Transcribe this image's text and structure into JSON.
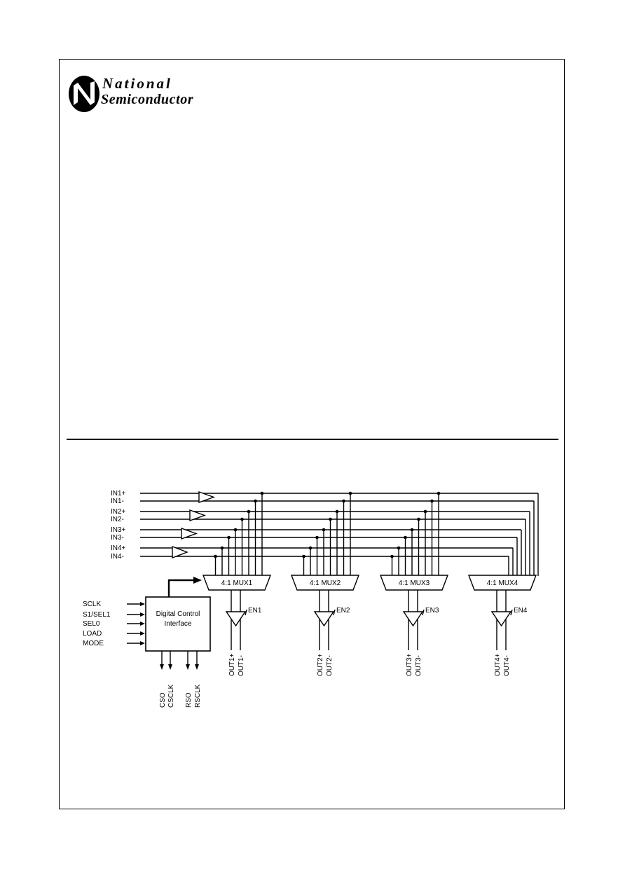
{
  "logo": {
    "line1": "National",
    "line2": "Semiconductor"
  },
  "inputs": [
    "IN1+",
    "IN1-",
    "IN2+",
    "IN2-",
    "IN3+",
    "IN3-",
    "IN4+",
    "IN4-"
  ],
  "muxes": [
    {
      "label": "4:1 MUX1",
      "enable": "EN1",
      "out_pos": "OUT1+",
      "out_neg": "OUT1-"
    },
    {
      "label": "4:1 MUX2",
      "enable": "EN2",
      "out_pos": "OUT2+",
      "out_neg": "OUT2-"
    },
    {
      "label": "4:1 MUX3",
      "enable": "EN3",
      "out_pos": "OUT3+",
      "out_neg": "OUT3-"
    },
    {
      "label": "4:1 MUX4",
      "enable": "EN4",
      "out_pos": "OUT4+",
      "out_neg": "OUT4-"
    }
  ],
  "control": {
    "label_line1": "Digital Control",
    "label_line2": "Interface",
    "inputs": [
      "SCLK",
      "S1/SEL1",
      "SEL0",
      "LOAD",
      "MODE"
    ],
    "outputs": [
      "CSO",
      "CSCLK",
      "RSO",
      "RSCLK"
    ]
  }
}
